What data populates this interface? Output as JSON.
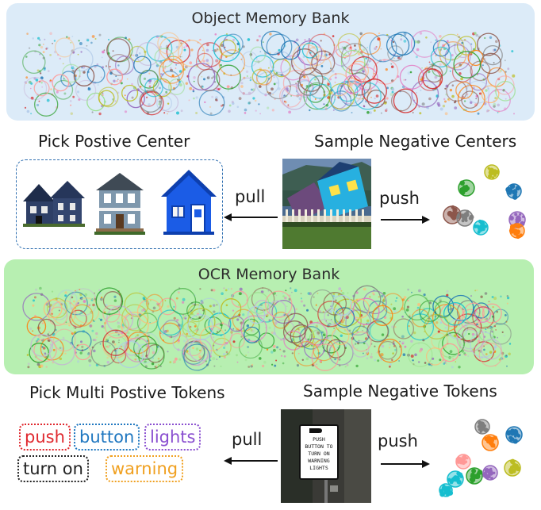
{
  "object_bank": {
    "title": "Object Memory Bank"
  },
  "ocr_bank": {
    "title": "OCR Memory Bank"
  },
  "object_row": {
    "positive_label": "Pick Postive Center",
    "negative_label": "Sample Negative Centers",
    "pull": "pull",
    "push": "push"
  },
  "ocr_row": {
    "positive_label": "Pick Multi Postive Tokens",
    "negative_label": "Sample Negative Tokens",
    "pull": "pull",
    "push": "push",
    "tokens": [
      {
        "text": "push",
        "color": "#e0282e"
      },
      {
        "text": "button",
        "color": "#1f77c0"
      },
      {
        "text": "lights",
        "color": "#8a4fd0"
      },
      {
        "text": "turn on",
        "color": "#222222"
      },
      {
        "text": "warning",
        "color": "#f0a020"
      }
    ]
  },
  "sign": {
    "lines": [
      "PUSH",
      "BUTTON TO",
      "TURN ON",
      "WARNING",
      "LIGHTS"
    ]
  },
  "palette": [
    "#1f77b4",
    "#ff7f0e",
    "#2ca02c",
    "#d62728",
    "#9467bd",
    "#8c564b",
    "#e377c2",
    "#7f7f7f",
    "#bcbd22",
    "#17becf",
    "#aec7e8",
    "#ffbb78",
    "#98df8a",
    "#ff9896",
    "#c5b0d5"
  ]
}
